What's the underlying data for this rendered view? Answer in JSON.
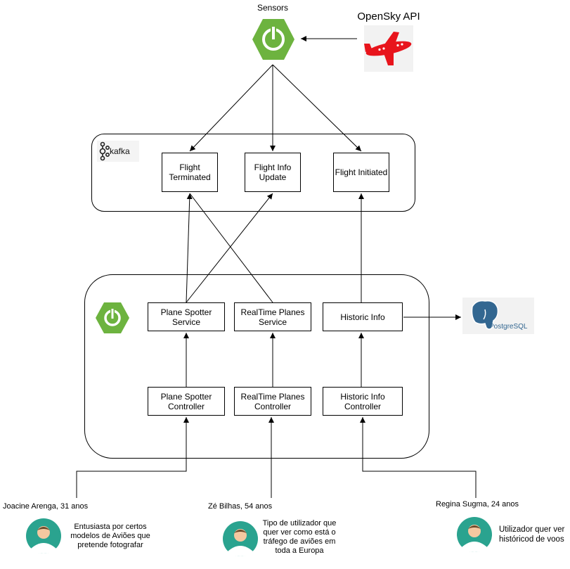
{
  "sensors": {
    "label": "Sensors"
  },
  "opensky": {
    "label": "OpenSky API"
  },
  "kafka": {
    "logo_text": "kafka",
    "topics": [
      {
        "label": "Flight\nTerminated"
      },
      {
        "label": "Flight Info\nUpdate"
      },
      {
        "label": "Flight Initiated"
      }
    ]
  },
  "spring": {
    "services": [
      {
        "label": "Plane Spotter\nService"
      },
      {
        "label": "RealTime Planes\nService"
      },
      {
        "label": "Historic Info"
      }
    ],
    "controllers": [
      {
        "label": "Plane Spotter\nController"
      },
      {
        "label": "RealTime Planes\nController"
      },
      {
        "label": "Historic Info\nController"
      }
    ]
  },
  "postgres": {
    "logo_text": "PostgreSQL"
  },
  "personas": [
    {
      "name": "Joacine Arenga, 31 anos",
      "description": "Entusiasta por certos\nmodelos de Aviões que\npretende fotografar"
    },
    {
      "name": "Zé Bilhas, 54 anos",
      "description": "Tipo de utilizador que\nquer ver como está o\ntráfego de aviões em\ntoda a Europa"
    },
    {
      "name": "Regina Sugma, 24 anos",
      "description": "Utilizador quer ver\nhistóricod de voos"
    }
  ],
  "colors": {
    "spring_green": "#6db33f",
    "plane_red": "#e8141c",
    "persona_teal": "#2aa38f",
    "skin": "#f5c8a0",
    "hair": "#6b4a2b"
  }
}
